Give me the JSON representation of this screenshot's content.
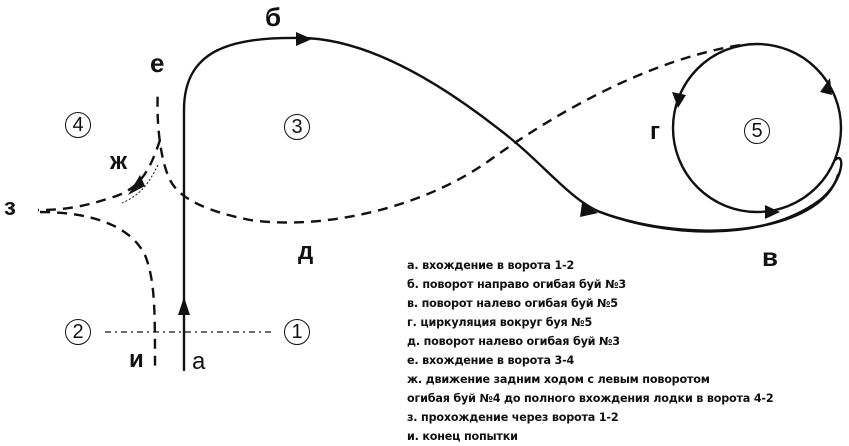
{
  "labels": {
    "a": "а",
    "b": "б",
    "v": "в",
    "g": "г",
    "d": "д",
    "e": "е",
    "zh": "ж",
    "z": "з",
    "i": "и"
  },
  "buoys": {
    "b1": "1",
    "b2": "2",
    "b3": "3",
    "b4": "4",
    "b5": "5"
  },
  "legend": [
    "а. вхождение в ворота 1-2",
    "б. поворот направо огибая буй №3",
    "в. поворот налево огибая буй №5",
    "г. циркуляция вокруг буя №5",
    "д. поворот налево огибая буй №3",
    "е. вхождение в ворота 3-4",
    "ж. движение задним ходом с левым поворотом",
    "огибая буй №4 до полного вхождения лодки в ворота 4-2",
    "з. прохождение через ворота 1-2",
    "и. конец попытки"
  ],
  "colors": {
    "line": "#111111",
    "background": "#ffffff"
  }
}
